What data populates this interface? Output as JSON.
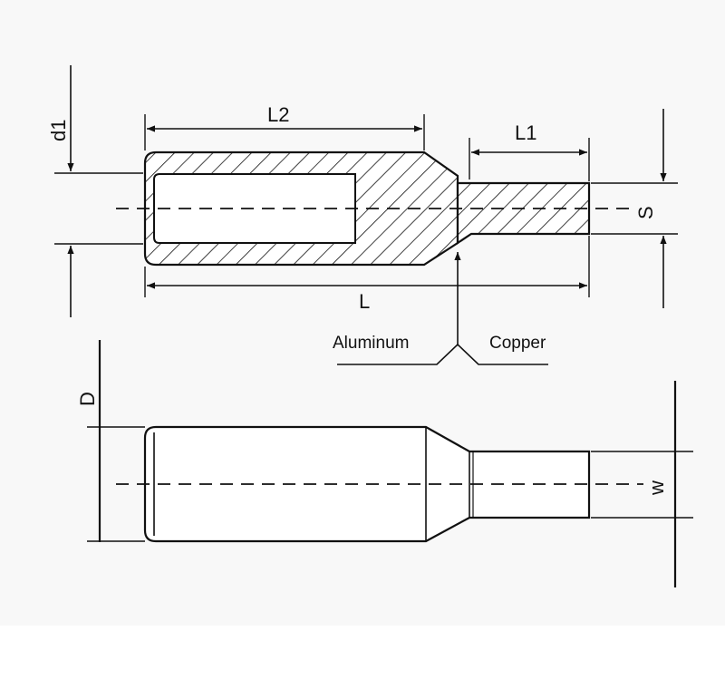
{
  "labels": {
    "d1": "d1",
    "L2": "L2",
    "L1": "L1",
    "S": "S",
    "L": "L",
    "D": "D",
    "W": "w",
    "aluminum": "Aluminum",
    "copper": "Copper"
  },
  "colors": {
    "line": "#111111",
    "panel": "#f8f8f8"
  }
}
